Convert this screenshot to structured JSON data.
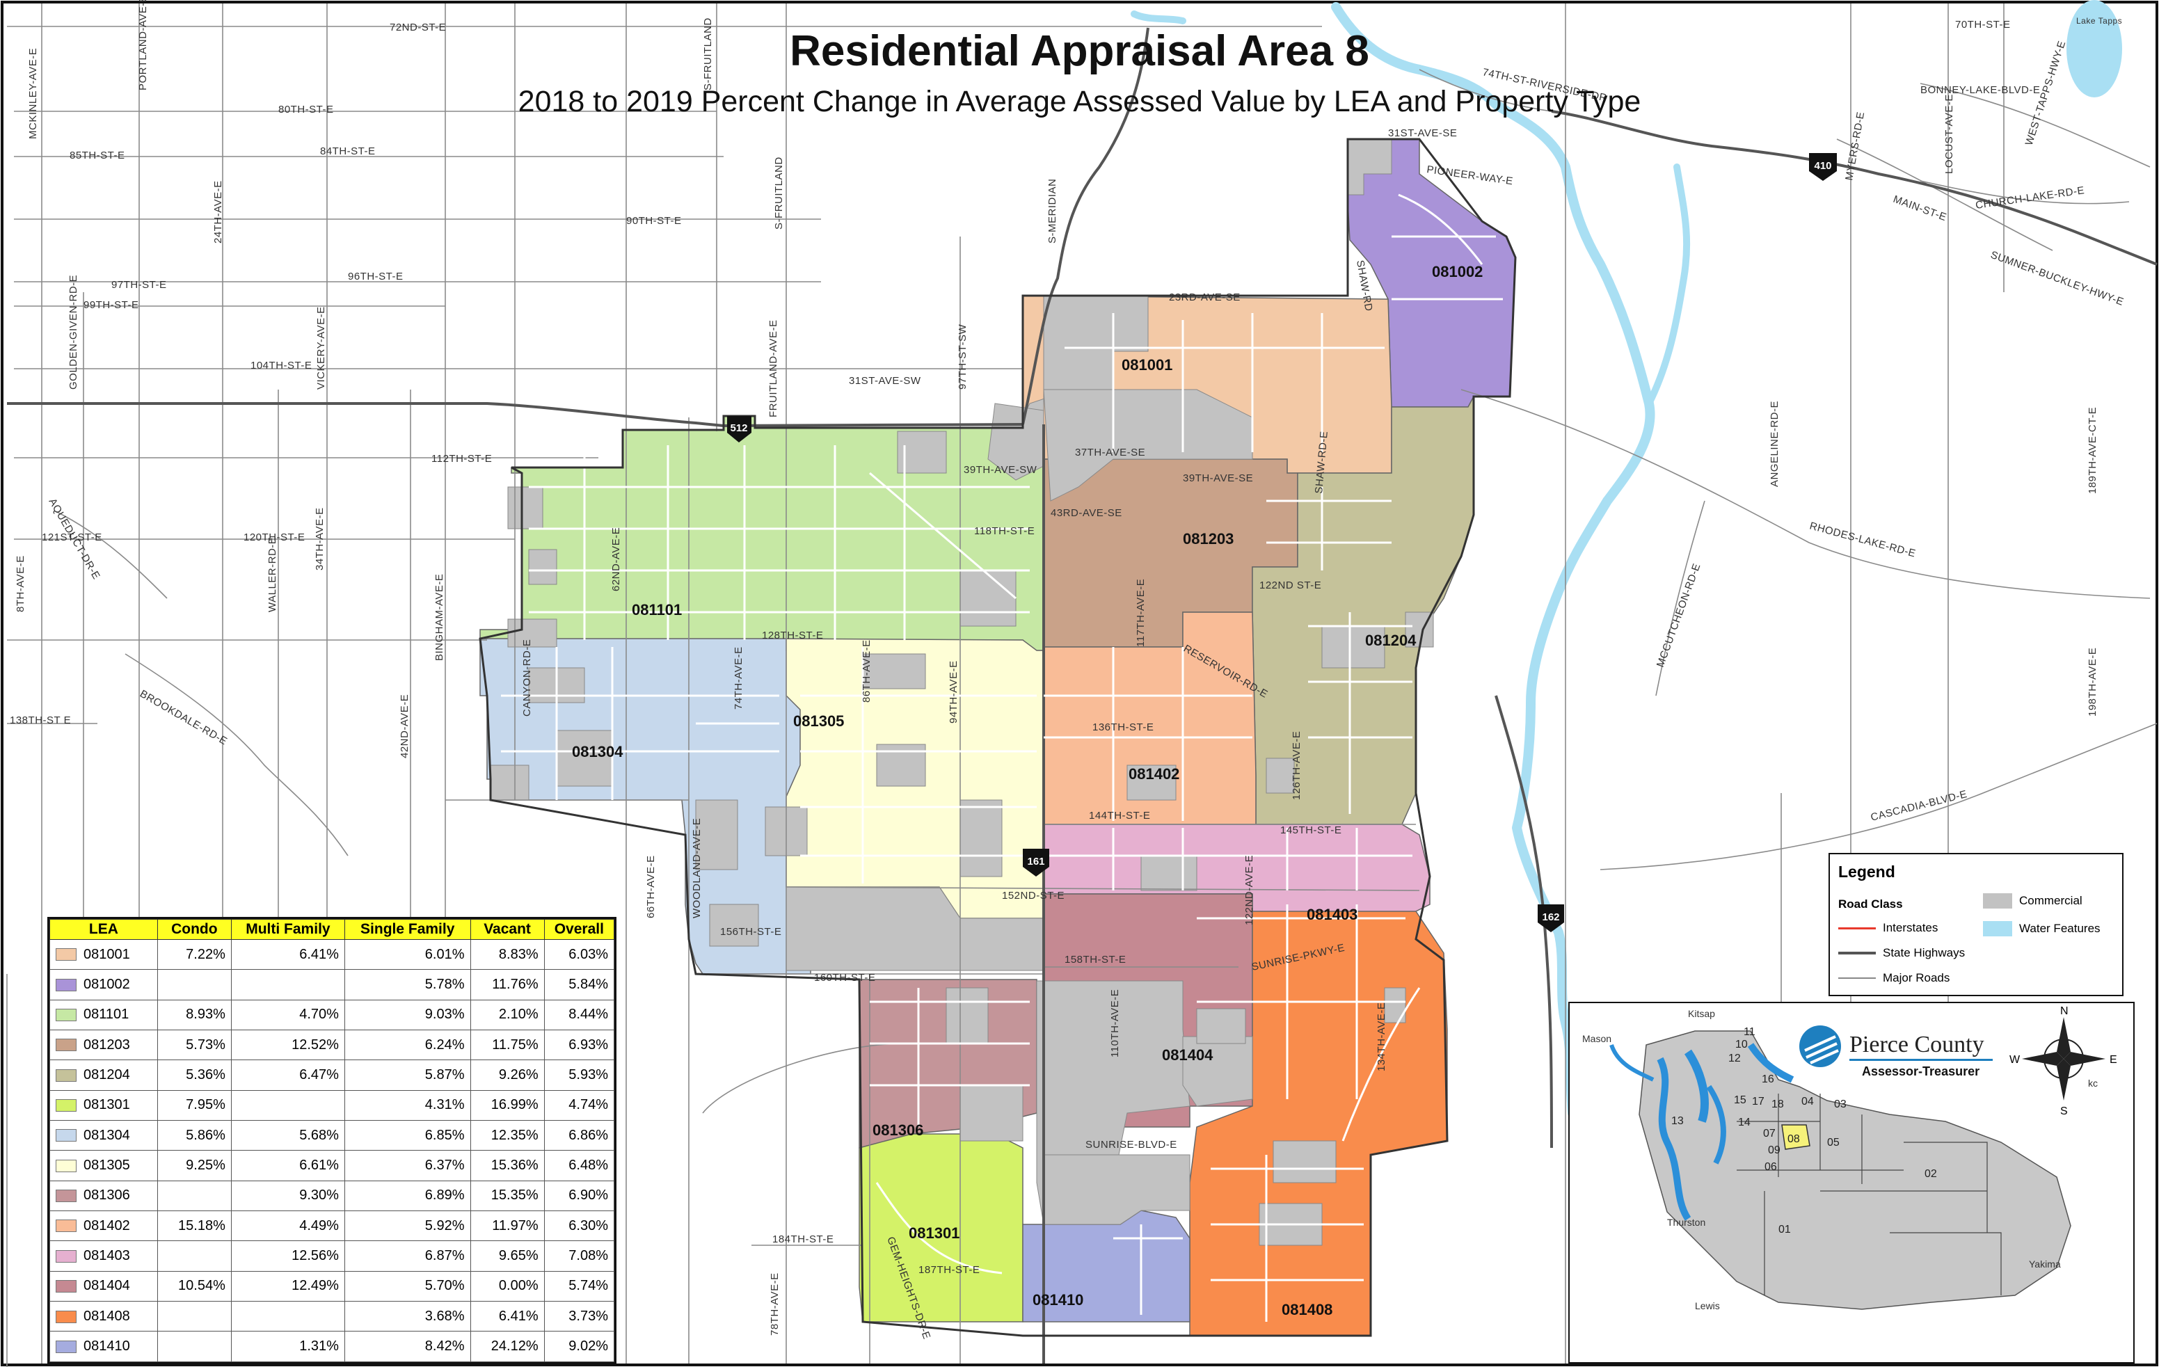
{
  "title": "Residential Appraisal Area 8",
  "subtitle": "2018 to 2019 Percent Change in Average Assessed Value by LEA and Property Type",
  "roads": {
    "72nd_st_e": "72ND-ST-E",
    "80th_st_e": "80TH-ST-E",
    "84th_st_e": "84TH-ST-E",
    "85th_st_e": "85TH-ST-E",
    "90th_st_e": "90TH-ST-E",
    "96th_st_e": "96TH-ST-E",
    "97th_st_e": "97TH-ST-E",
    "99th_st_e": "99TH-ST-E",
    "104th_st_e": "104TH-ST-E",
    "112th_st_e": "112TH-ST-E",
    "120th_st_e": "120TH-ST-E",
    "121st_st_e": "121ST-ST-E",
    "128th_st_e": "128TH-ST-E",
    "138th_st_e": "138TH-ST E",
    "144th_st_e": "144TH-ST-E",
    "145th_st_e": "145TH-ST-E",
    "152nd_st_e": "152ND-ST-E",
    "156th_st_e": "156TH-ST-E",
    "158th_st_e": "158TH-ST-E",
    "160th_st_e": "160TH-ST-E",
    "184th_st_e": "184TH-ST-E",
    "187th_st_e": "187TH-ST-E",
    "70th_st_e": "70TH-ST-E",
    "23rd_ave_se": "23RD-AVE-SE",
    "31st_ave_sw": "31ST-AVE-SW",
    "37th_ave_se": "37TH-AVE-SE",
    "39th_ave_sw": "39TH-AVE-SW",
    "39th_ave_se": "39TH-AVE-SE",
    "43rd_ave_se": "43RD-AVE-SE",
    "118th_st_e": "118TH-ST-E",
    "122nd_st_e": "122ND ST-E",
    "136th_st_e": "136TH-ST-E",
    "reservoir_rd_e": "RESERVOIR-RD-E",
    "sunrise_pkwy_e": "SUNRISE-PKWY-E",
    "sunrise_blvd_e": "SUNRISE-BLVD-E",
    "pioneer_way_e": "PIONEER-WAY-E",
    "shaw_rd": "SHAW-RD",
    "shaw_rd_e": "SHAW-RD-E",
    "bonney_lake_blvd_e": "BONNEY-LAKE-BLVD-E",
    "74th_st_riverside_dr": "74TH-ST-RIVERSIDE-DR",
    "church_lake_rd_e": "CHURCH-LAKE-RD-E",
    "sumner_buckley_hwy_e": "SUMNER-BUCKLEY-HWY-E",
    "main_st_e": "MAIN-ST-E",
    "rhodes_lake_rd_e": "RHODES-LAKE-RD-E",
    "cascadia_blvd_e": "CASCADIA-BLVD-E",
    "mccutcheon_rd_e": "MCCUTCHEON-RD-E",
    "s_meridian": "S-MERIDIAN",
    "s_fruitland": "S-FRUITLAND",
    "fruitland_ave_e": "FRUITLAND-AVE-E",
    "brookdale_rd_e": "BROOKDALE-RD-E",
    "aqueduct_dr_e": "AQUEDUCT-DR-E",
    "golden_given_rd_e": "GOLDEN-GIVEN-RD-E",
    "mckinley_ave_e": "MCKINLEY-AVE-E",
    "portland_ave_e": "PORTLAND-AVE-E",
    "vickery_ave_e": "VICKERY-AVE-E",
    "waller_rd_e": "WALLER-RD-E",
    "bingham_ave_e": "BINGHAM-AVE-E",
    "canyon_rd_e": "CANYON-RD-E",
    "woodland_ave_e": "WOODLAND-AVE-E",
    "gem_heights_dr_e": "GEM-HEIGHTS-DR-E",
    "62nd_ave_e": "62ND-AVE-E",
    "66th_ave_e": "66TH-AVE-E",
    "74th_ave_e": "74TH-AVE-E",
    "86th_ave_e": "86TH-AVE-E",
    "94th_ave_e": "94TH-AVE-E",
    "97th_st_sw": "97TH-ST-SW",
    "110th_ave_e": "110TH-AVE-E",
    "117th_ave_e": "117TH-AVE-E",
    "122nd_ave_e": "122ND-AVE-E",
    "126th_ave_e": "126TH-AVE-E",
    "134th_ave_e": "134TH-AVE-E",
    "24th_ave_e": "24TH-AVE-E",
    "34th_ave_e": "34TH-AVE-E",
    "42nd_ave_e": "42ND-AVE-E",
    "78th_ave_e": "78TH-AVE-E",
    "8th_ave_e": "8TH-AVE-E",
    "myers_rd_e": "MYERS-RD-E",
    "locust_ave_e": "LOCUST-AVE-E",
    "angeline_rd_e": "ANGELINE-RD-E",
    "west_tapps_hwy_e": "WEST-TAPPS-HWY-E",
    "189th_ave_ct_e": "189TH-AVE-CT-E",
    "198th_ave_e": "198TH-AVE-E",
    "31st_ave_se": "31ST-AVE-SE",
    "lake_tapps": "Lake Tapps"
  },
  "highways": {
    "sr512": "512",
    "sr161": "161",
    "sr162": "162",
    "sr410": "410"
  },
  "lea_labels": {
    "081001": "081001",
    "081002": "081002",
    "081101": "081101",
    "081203": "081203",
    "081204": "081204",
    "081301": "081301",
    "081304": "081304",
    "081305": "081305",
    "081306": "081306",
    "081402": "081402",
    "081403": "081403",
    "081404": "081404",
    "081408": "081408",
    "081410": "081410"
  },
  "colors": {
    "081001": "#f3c9a6",
    "081002": "#a993d8",
    "081101": "#c6e8a4",
    "081203": "#c9a289",
    "081204": "#c5c29a",
    "081301": "#d4f268",
    "081304": "#c6d8ec",
    "081305": "#fefed6",
    "081306": "#c49599",
    "081402": "#f9bc97",
    "081403": "#e6b0d0",
    "081404": "#c58992",
    "081408": "#f98c4c",
    "081410": "#a5acdf",
    "commercial": "#c2c2c2",
    "water": "#a9dff3",
    "interstate": "#e8392c",
    "state_hwy": "#555555",
    "major_road": "#777777",
    "header_yellow": "#ffff22",
    "inset_area08": "#f6f27a",
    "pc_blue": "#1e7fbf"
  },
  "table": {
    "headers": [
      "LEA",
      "Condo",
      "Multi Family",
      "Single Family",
      "Vacant",
      "Overall"
    ],
    "rows": [
      {
        "lea": "081001",
        "condo": "7.22%",
        "multi": "6.41%",
        "single": "6.01%",
        "vacant": "8.83%",
        "overall": "6.03%"
      },
      {
        "lea": "081002",
        "condo": "",
        "multi": "",
        "single": "5.78%",
        "vacant": "11.76%",
        "overall": "5.84%"
      },
      {
        "lea": "081101",
        "condo": "8.93%",
        "multi": "4.70%",
        "single": "9.03%",
        "vacant": "2.10%",
        "overall": "8.44%"
      },
      {
        "lea": "081203",
        "condo": "5.73%",
        "multi": "12.52%",
        "single": "6.24%",
        "vacant": "11.75%",
        "overall": "6.93%"
      },
      {
        "lea": "081204",
        "condo": "5.36%",
        "multi": "6.47%",
        "single": "5.87%",
        "vacant": "9.26%",
        "overall": "5.93%"
      },
      {
        "lea": "081301",
        "condo": "7.95%",
        "multi": "",
        "single": "4.31%",
        "vacant": "16.99%",
        "overall": "4.74%"
      },
      {
        "lea": "081304",
        "condo": "5.86%",
        "multi": "5.68%",
        "single": "6.85%",
        "vacant": "12.35%",
        "overall": "6.86%"
      },
      {
        "lea": "081305",
        "condo": "9.25%",
        "multi": "6.61%",
        "single": "6.37%",
        "vacant": "15.36%",
        "overall": "6.48%"
      },
      {
        "lea": "081306",
        "condo": "",
        "multi": "9.30%",
        "single": "6.89%",
        "vacant": "15.35%",
        "overall": "6.90%"
      },
      {
        "lea": "081402",
        "condo": "15.18%",
        "multi": "4.49%",
        "single": "5.92%",
        "vacant": "11.97%",
        "overall": "6.30%"
      },
      {
        "lea": "081403",
        "condo": "",
        "multi": "12.56%",
        "single": "6.87%",
        "vacant": "9.65%",
        "overall": "7.08%"
      },
      {
        "lea": "081404",
        "condo": "10.54%",
        "multi": "12.49%",
        "single": "5.70%",
        "vacant": "0.00%",
        "overall": "5.74%"
      },
      {
        "lea": "081408",
        "condo": "",
        "multi": "",
        "single": "3.68%",
        "vacant": "6.41%",
        "overall": "3.73%"
      },
      {
        "lea": "081410",
        "condo": "",
        "multi": "1.31%",
        "single": "8.42%",
        "vacant": "24.12%",
        "overall": "9.02%"
      }
    ]
  },
  "legend": {
    "title": "Legend",
    "road_class": "Road Class",
    "interstates": "Interstates",
    "state_highways": "State Highways",
    "major_roads": "Major Roads",
    "commercial": "Commercial",
    "water_features": "Water Features"
  },
  "inset": {
    "org_name": "Pierce County",
    "org_sub": "Assessor-Treasurer",
    "compass": {
      "n": "N",
      "s": "S",
      "e": "E",
      "w": "W"
    },
    "areas": [
      "01",
      "02",
      "03",
      "04",
      "05",
      "06",
      "07",
      "08",
      "09",
      "10",
      "11",
      "12",
      "13",
      "14",
      "15",
      "16",
      "17",
      "18"
    ],
    "places": {
      "kitsap": "Kitsap",
      "mason": "Mason",
      "thurston": "Thurston",
      "lewis": "Lewis",
      "yakima": "Yakima",
      "kc": "kc"
    }
  }
}
